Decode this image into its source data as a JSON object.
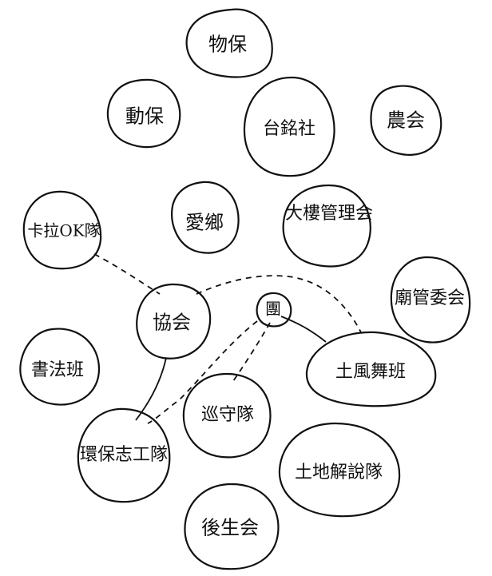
{
  "diagram": {
    "nodes": {
      "moving_care": "物保",
      "animal_care": "動保",
      "cooperative": "台銘社",
      "farmers_assoc": "農会",
      "temple_committee": "大樓管理会",
      "love_village": "愛鄉",
      "vendors": "卡拉OK隊",
      "temple_assoc": "廟管委会",
      "association": "協会",
      "group": "團",
      "youth_club": "書法班",
      "land_team": "土風舞班",
      "green_team": "環保志工隊",
      "patrol": "巡守隊",
      "guide_team": "土地解說隊",
      "student_assoc": "後生会"
    }
  }
}
